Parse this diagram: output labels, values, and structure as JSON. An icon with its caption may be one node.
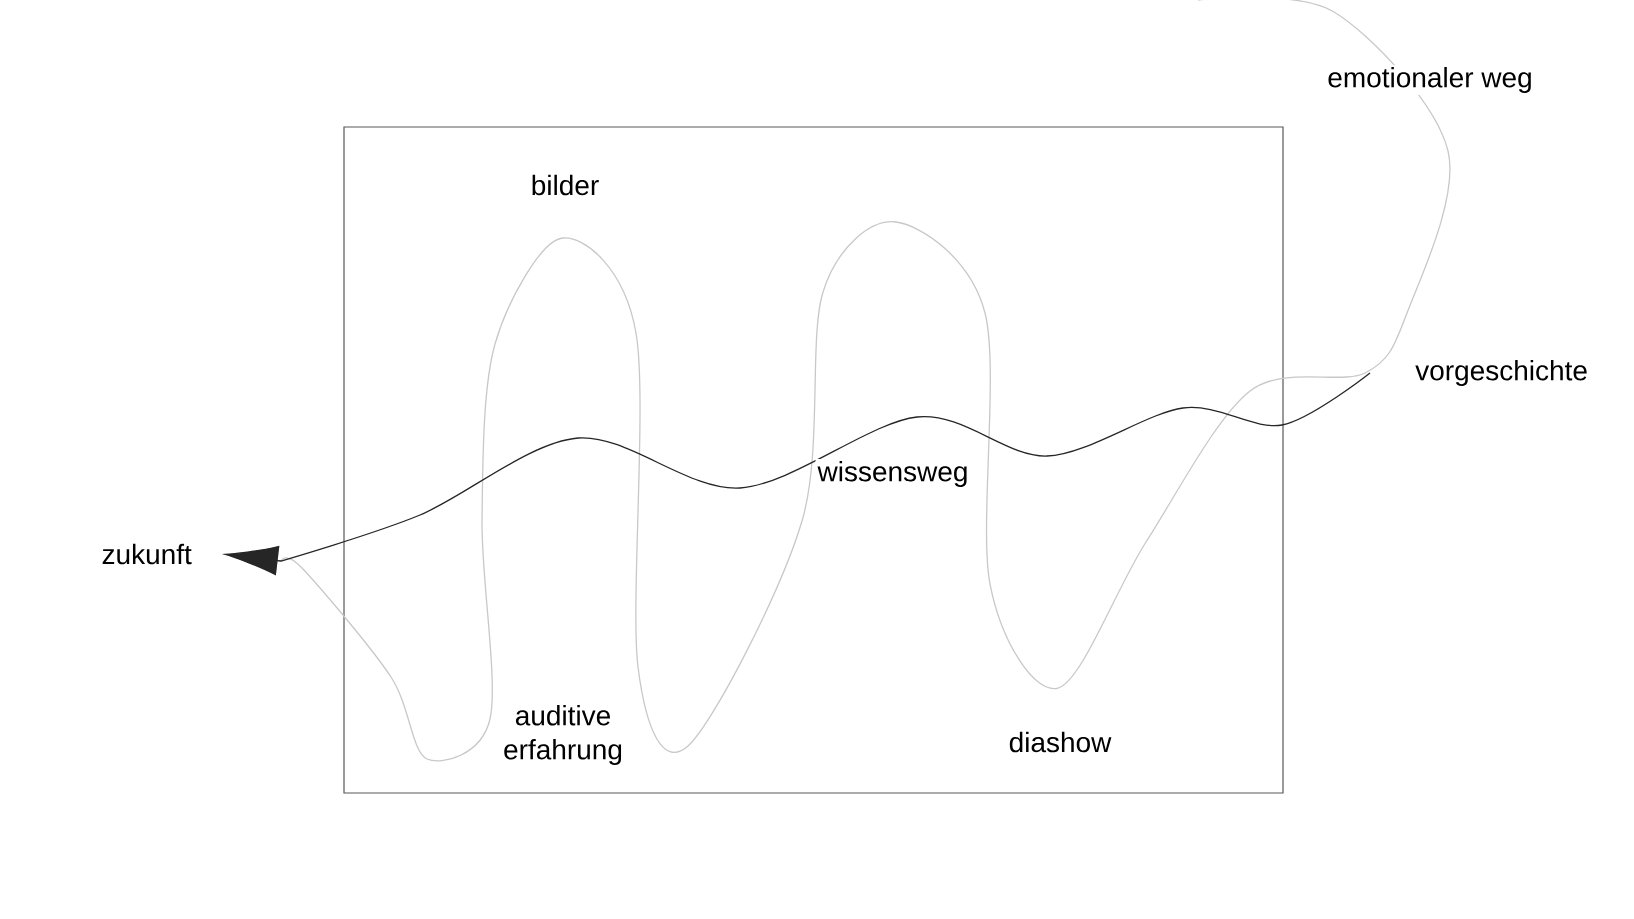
{
  "diagram": {
    "nodes": [
      {
        "text": [
          "zukunft"
        ]
      },
      {
        "text": [
          "vorgeschichte"
        ]
      }
    ],
    "edges": [
      {
        "from": 1,
        "to": 0,
        "arrow": "to",
        "label": "wissensweg"
      },
      {
        "from": null,
        "to": 0,
        "arrow": "to",
        "label": "emotionaler weg",
        "color": "#c8c8c8"
      }
    ],
    "labels": [
      "bilder",
      "auditive erfahrung",
      "diashow"
    ]
  }
}
